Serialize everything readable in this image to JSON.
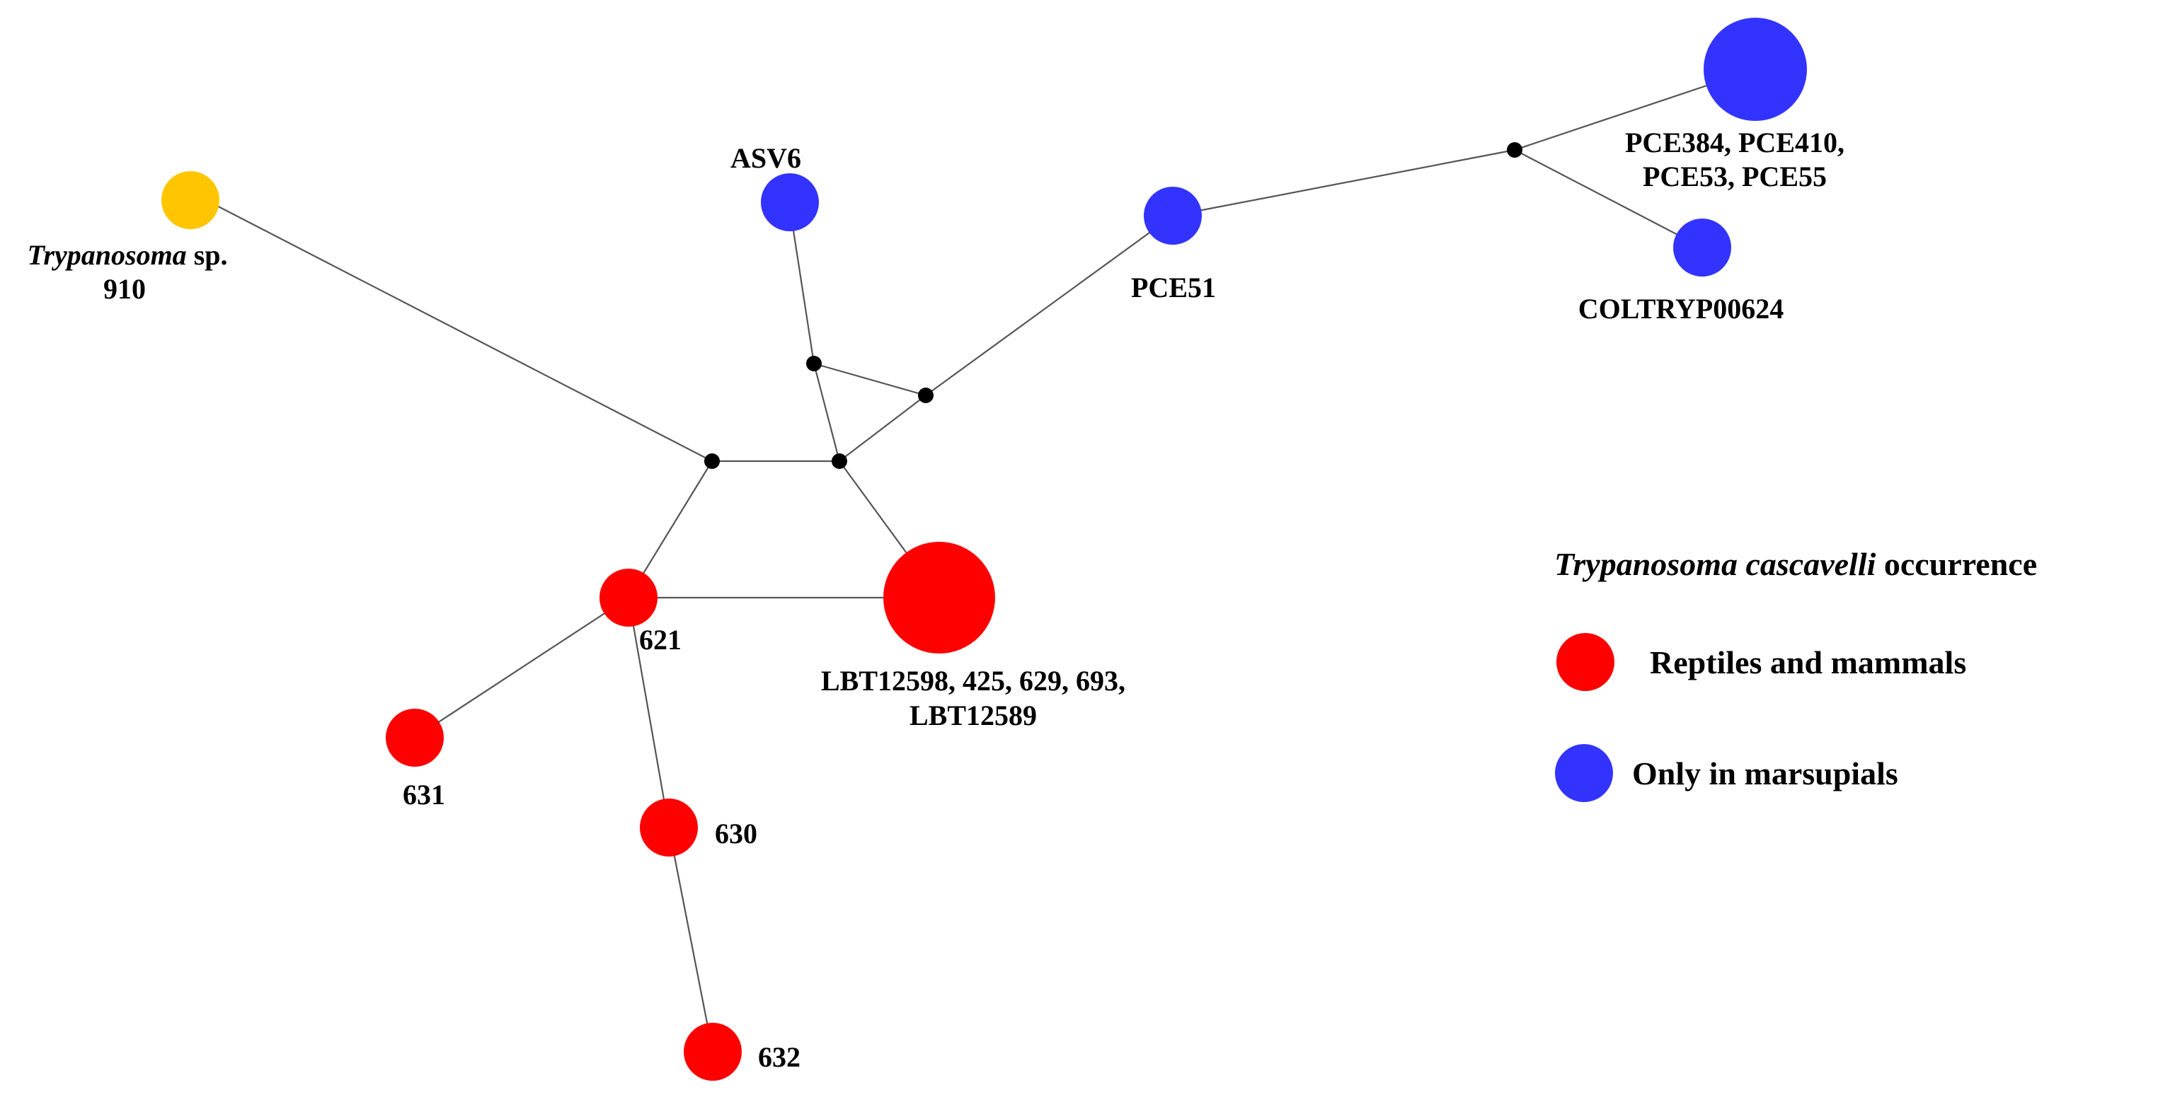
{
  "colors": {
    "reptiles_mammals": "#ff0000",
    "marsupials": "#3333ff",
    "other": "#ffc600",
    "median_vector": "#000000",
    "edge": "#555555"
  },
  "nodes": {
    "trypanosoma_sp_910": {
      "label_italic": "Trypanosoma",
      "label_rest": " sp.",
      "label_line2": "910"
    },
    "asv6": {
      "label": "ASV6"
    },
    "pce51": {
      "label": "PCE51"
    },
    "pce_group": {
      "line1": "PCE384, PCE410,",
      "line2": "PCE53, PCE55"
    },
    "coltryp00624": {
      "label": "COLTRYP00624"
    },
    "lbt_group": {
      "line1": "LBT12598, 425, 629, 693,",
      "line2": "LBT12589"
    },
    "n621": {
      "label": "621"
    },
    "n631": {
      "label": "631"
    },
    "n630": {
      "label": "630"
    },
    "n632": {
      "label": "632"
    }
  },
  "legend": {
    "title_italic": "Trypanosoma cascavelli",
    "title_rest": " occurrence",
    "items": [
      {
        "label": "Reptiles and mammals",
        "color": "#ff0000"
      },
      {
        "label": "Only in marsupials",
        "color": "#3333ff"
      }
    ]
  }
}
